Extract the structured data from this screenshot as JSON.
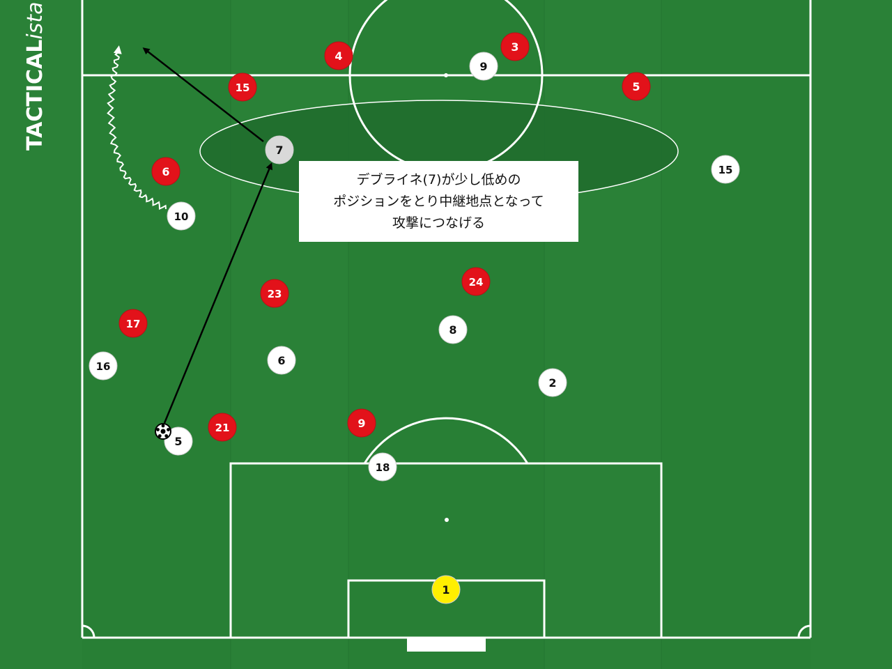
{
  "brand": {
    "part1": "TACTICAL",
    "part2": "ista"
  },
  "callout": {
    "lines": [
      "デブライネ(7)が少し低めの",
      "ポジションをとり中継地点となって",
      "攻撃につなげる"
    ]
  },
  "colors": {
    "pitch": "#277e34",
    "lines": "#ffffff",
    "team_red": "#e2121a",
    "team_white": "#ffffff",
    "highlighted_player": "#d9d9d9",
    "goalkeeper": "#ffef00",
    "zone": "#1f6a2c"
  },
  "players": [
    {
      "team": "red",
      "number": "4"
    },
    {
      "team": "red",
      "number": "3"
    },
    {
      "team": "red",
      "number": "15"
    },
    {
      "team": "red",
      "number": "5"
    },
    {
      "team": "red",
      "number": "6"
    },
    {
      "team": "red",
      "number": "23"
    },
    {
      "team": "red",
      "number": "24"
    },
    {
      "team": "red",
      "number": "17"
    },
    {
      "team": "red",
      "number": "21"
    },
    {
      "team": "red",
      "number": "9"
    },
    {
      "team": "white",
      "number": "9"
    },
    {
      "team": "white",
      "number": "7",
      "highlight": true
    },
    {
      "team": "white",
      "number": "15"
    },
    {
      "team": "white",
      "number": "10"
    },
    {
      "team": "white",
      "number": "8"
    },
    {
      "team": "white",
      "number": "16"
    },
    {
      "team": "white",
      "number": "6"
    },
    {
      "team": "white",
      "number": "2"
    },
    {
      "team": "white",
      "number": "5",
      "has_ball": true
    },
    {
      "team": "white",
      "number": "18"
    },
    {
      "team": "yellow",
      "number": "1"
    }
  ],
  "icons": {
    "ball": "soccer-ball-icon",
    "pass_arrow": "pass-arrow-icon",
    "run_arrow": "dribble-run-arrow-icon"
  }
}
